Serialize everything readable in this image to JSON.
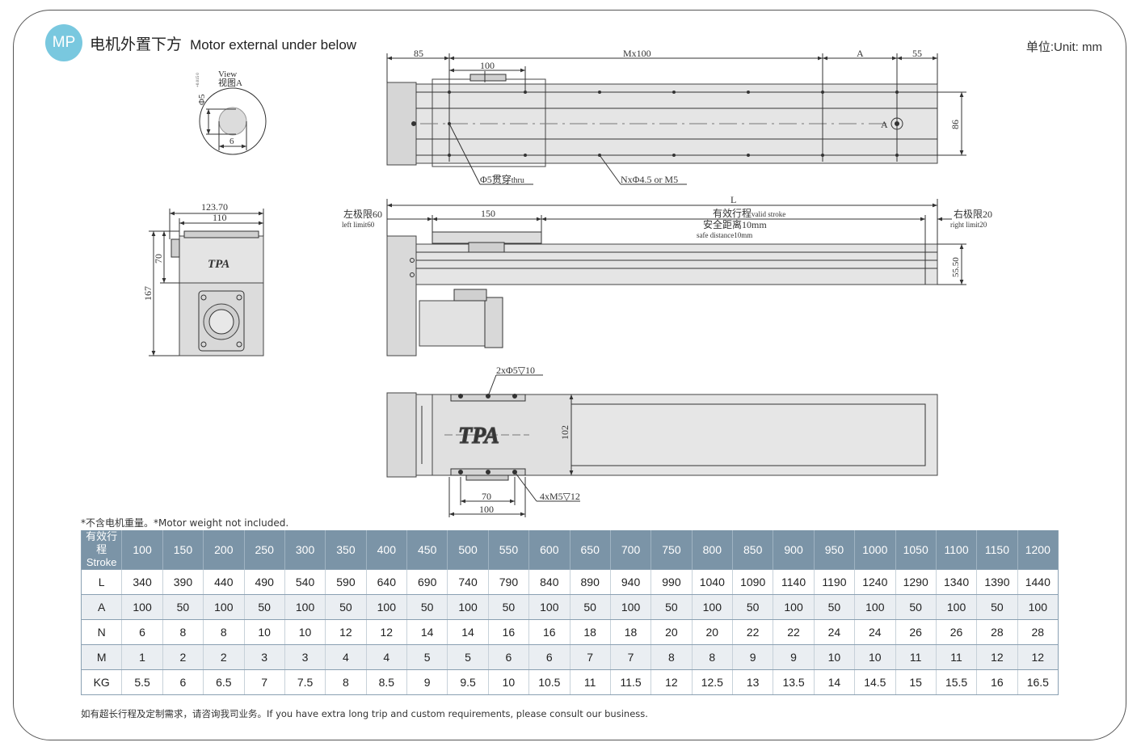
{
  "header": {
    "badge": "MP",
    "title_cn": "电机外置下方",
    "title_en": "Motor external under below",
    "unit": "单位:Unit: mm"
  },
  "drawing": {
    "top_view": {
      "dim_85": "85",
      "dim_mx100": "Mx100",
      "dim_a": "A",
      "dim_55": "55",
      "dim_100": "100",
      "dim_86": "86",
      "label_a": "A",
      "hole_thru": "Φ5贯穿",
      "hole_thru_en": "thru",
      "holes_n": "NxΦ4.5 or M5"
    },
    "view_a": {
      "view_en": "View",
      "view_cn": "视图A",
      "dia": "Φ5",
      "tol": "+0.015 0",
      "dim_6": "6"
    },
    "end_view": {
      "dim_123": "123.70",
      "dim_110": "110",
      "dim_70": "70",
      "dim_167": "167",
      "logo": "TPA"
    },
    "side_view": {
      "dim_l": "L",
      "left_limit_cn": "左极限60",
      "left_limit_en": "left limit60",
      "dim_150": "150",
      "stroke_cn": "有效行程",
      "stroke_en": "valid stroke",
      "safe_cn": "安全距离10mm",
      "safe_en": "safe distance10mm",
      "right_limit_cn": "右极限20",
      "right_limit_en": "right limit20",
      "dim_5550": "55.50"
    },
    "bottom_view": {
      "holes_top": "2xΦ5▽10",
      "dim_102": "102",
      "dim_70": "70",
      "dim_100": "100",
      "holes_bottom": "4xM5▽12",
      "logo": "TPA"
    }
  },
  "note": "*不含电机重量。*Motor weight not included.",
  "table": {
    "header_label": [
      "有效行程",
      "Stroke"
    ],
    "strokes": [
      "100",
      "150",
      "200",
      "250",
      "300",
      "350",
      "400",
      "450",
      "500",
      "550",
      "600",
      "650",
      "700",
      "750",
      "800",
      "850",
      "900",
      "950",
      "1000",
      "1050",
      "1100",
      "1150",
      "1200"
    ],
    "rows": [
      {
        "label": "L",
        "values": [
          "340",
          "390",
          "440",
          "490",
          "540",
          "590",
          "640",
          "690",
          "740",
          "790",
          "840",
          "890",
          "940",
          "990",
          "1040",
          "1090",
          "1140",
          "1190",
          "1240",
          "1290",
          "1340",
          "1390",
          "1440"
        ]
      },
      {
        "label": "A",
        "values": [
          "100",
          "50",
          "100",
          "50",
          "100",
          "50",
          "100",
          "50",
          "100",
          "50",
          "100",
          "50",
          "100",
          "50",
          "100",
          "50",
          "100",
          "50",
          "100",
          "50",
          "100",
          "50",
          "100"
        ]
      },
      {
        "label": "N",
        "values": [
          "6",
          "8",
          "8",
          "10",
          "10",
          "12",
          "12",
          "14",
          "14",
          "16",
          "16",
          "18",
          "18",
          "20",
          "20",
          "22",
          "22",
          "24",
          "24",
          "26",
          "26",
          "28",
          "28"
        ]
      },
      {
        "label": "M",
        "values": [
          "1",
          "2",
          "2",
          "3",
          "3",
          "4",
          "4",
          "5",
          "5",
          "6",
          "6",
          "7",
          "7",
          "8",
          "8",
          "9",
          "9",
          "10",
          "10",
          "11",
          "11",
          "12",
          "12"
        ]
      },
      {
        "label": "KG",
        "values": [
          "5.5",
          "6",
          "6.5",
          "7",
          "7.5",
          "8",
          "8.5",
          "9",
          "9.5",
          "10",
          "10.5",
          "11",
          "11.5",
          "12",
          "12.5",
          "13",
          "13.5",
          "14",
          "14.5",
          "15",
          "15.5",
          "16",
          "16.5"
        ]
      }
    ]
  },
  "footer": "如有超长行程及定制需求，请咨询我司业务。If you have extra long trip and custom requirements, please consult our business."
}
